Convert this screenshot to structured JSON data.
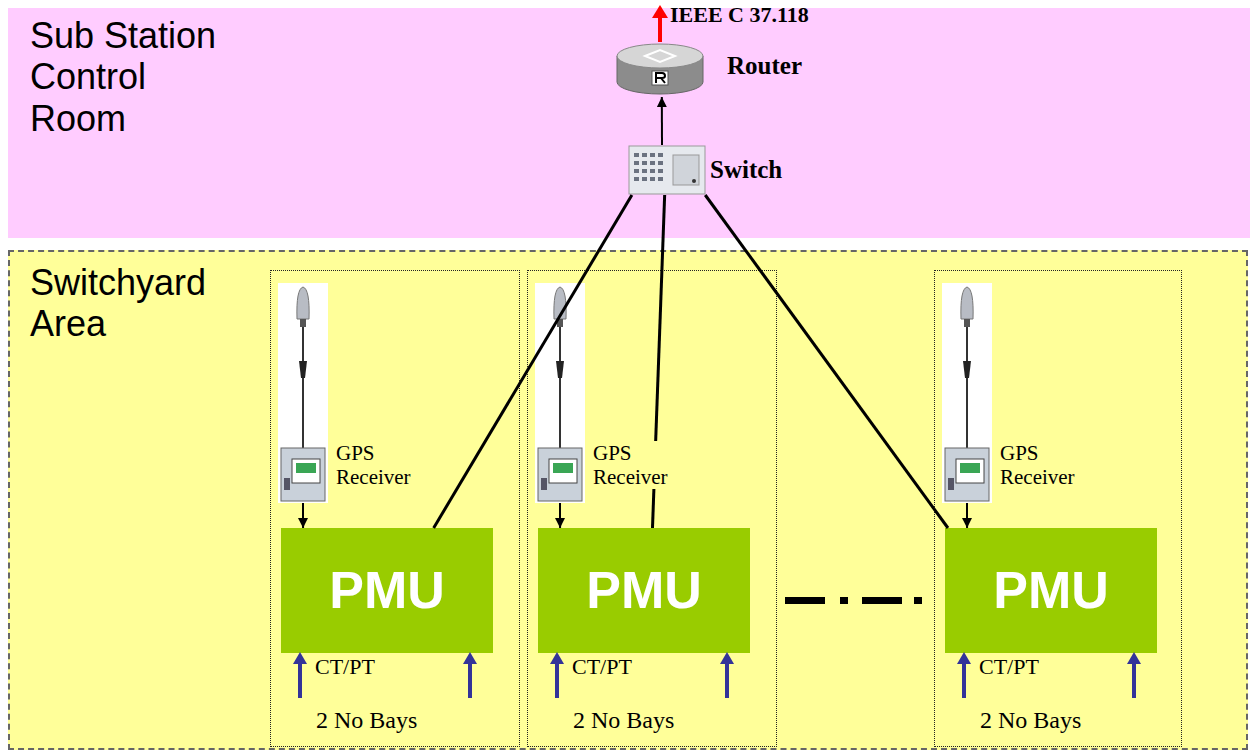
{
  "diagram": {
    "nodes": [
      {
        "text": [
          "Sub Station Control Room"
        ]
      },
      {
        "text": [
          "Router"
        ],
        "in": 0
      },
      {
        "text": [
          "Switch"
        ],
        "in": 0
      },
      {
        "text": [
          "Switchyard Area"
        ]
      },
      {
        "text": [
          "2 No Bays"
        ],
        "in": 3
      },
      {
        "text": [
          "GPS Receiver"
        ],
        "in": 4
      },
      {
        "text": [
          "PMU"
        ],
        "in": 4
      },
      {
        "text": [
          "2 No Bays"
        ],
        "in": 3
      },
      {
        "text": [
          "GPS Receiver"
        ],
        "in": 7
      },
      {
        "text": [
          "PMU"
        ],
        "in": 7
      },
      {
        "text": [
          "2 No Bays"
        ],
        "in": 3
      },
      {
        "text": [
          "GPS Receiver"
        ],
        "in": 10
      },
      {
        "text": [
          "PMU"
        ],
        "in": 10
      }
    ],
    "edges": [
      {
        "from": 2,
        "to": 1,
        "arrow": "to"
      },
      {
        "from": 6,
        "to": 2,
        "arrow": "none"
      },
      {
        "from": 9,
        "to": 2,
        "arrow": "none"
      },
      {
        "from": 12,
        "to": 2,
        "arrow": "none"
      },
      {
        "from": 5,
        "to": 6,
        "arrow": "to"
      },
      {
        "from": 8,
        "to": 9,
        "arrow": "to"
      },
      {
        "from": 11,
        "to": 12,
        "arrow": "to"
      }
    ],
    "labels": [
      "IEEE C 37.118",
      "CT/PT",
      "CT/PT",
      "CT/PT"
    ]
  }
}
